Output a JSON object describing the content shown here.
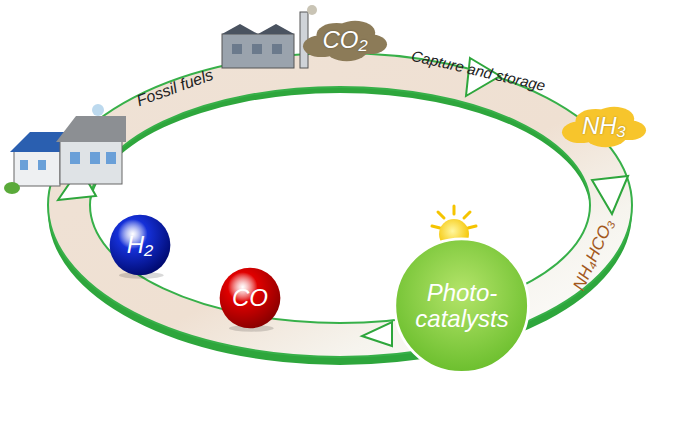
{
  "diagram": {
    "nodes": [
      {
        "text": [
          "CO₂"
        ]
      },
      {
        "text": [
          "NH₃"
        ]
      },
      {
        "text": [
          "Photo- catalysts"
        ]
      },
      {
        "text": [
          "CO"
        ]
      },
      {
        "text": [
          "H₂"
        ]
      }
    ],
    "labels": [
      "Fossil fuels",
      "Capture and storage",
      "NH₄HCO₃"
    ]
  }
}
